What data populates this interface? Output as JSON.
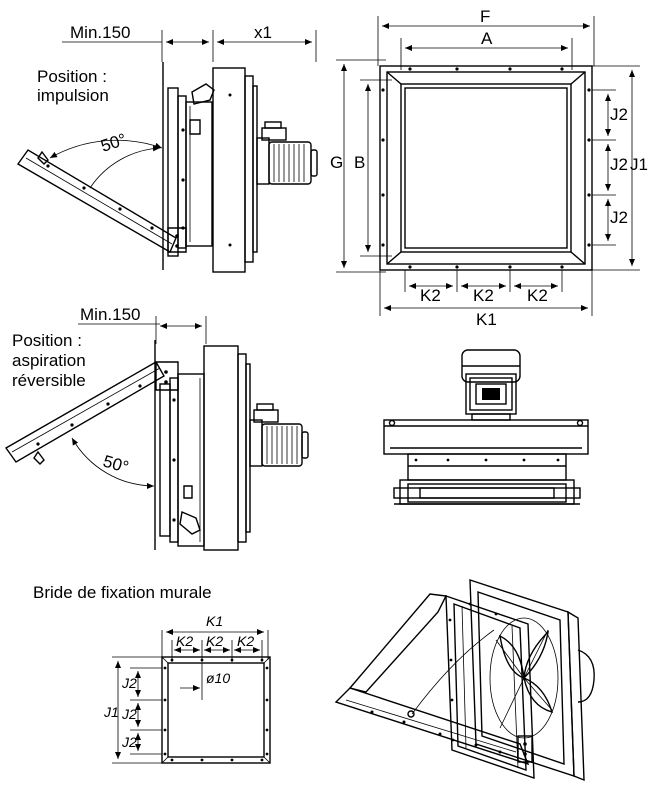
{
  "top_left": {
    "min_label": "Min.150",
    "x1_label": "x1",
    "position_line1": "Position :",
    "position_line2": "impulsion",
    "angle": "50°"
  },
  "top_right": {
    "F": "F",
    "A": "A",
    "G": "G",
    "B": "B",
    "J1": "J1",
    "J2": "J2",
    "K1": "K1",
    "K2": "K2"
  },
  "middle_left": {
    "min_label": "Min.150",
    "position_line1": "Position :",
    "position_line2": "aspiration",
    "position_line3": "réversible",
    "angle": "50°"
  },
  "bride": {
    "title": "Bride de fixation murale",
    "K1": "K1",
    "K2": "K2",
    "J1": "J1",
    "J2": "J2",
    "hole": "ø10"
  }
}
